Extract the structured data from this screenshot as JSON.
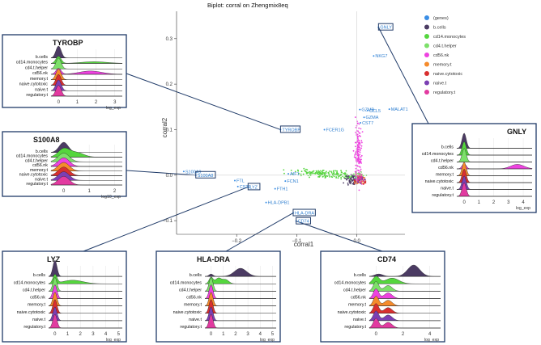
{
  "chart_data": {
    "type": "scatter",
    "title": "Biplot: corral on Zhengmix8eq",
    "xlabel": "corral1",
    "ylabel": "corral2",
    "xlim": [
      -0.3,
      0.08
    ],
    "ylim": [
      -0.13,
      0.36
    ],
    "xticks": [
      -0.2,
      -0.1,
      0.0
    ],
    "xtick_labels": [
      "−0.2",
      "−0.1",
      "0.0"
    ],
    "yticks": [
      -0.1,
      0.0,
      0.1,
      0.2,
      0.3
    ],
    "ytick_labels": [
      "−0.1",
      "0.0",
      "0.1",
      "0.2",
      "0.3"
    ],
    "legend_position": "top-right",
    "legend": [
      {
        "name": "(genes)",
        "color": "#3a8ee6"
      },
      {
        "name": "b.cells",
        "color": "#4b3b63"
      },
      {
        "name": "cd14.monocytes",
        "color": "#55d63e"
      },
      {
        "name": "cd4.t.helper",
        "color": "#7de06a"
      },
      {
        "name": "cd56.nk",
        "color": "#ee42e0"
      },
      {
        "name": "memory.t",
        "color": "#f58b2c"
      },
      {
        "name": "naive.cytotoxic",
        "color": "#d92f2f"
      },
      {
        "name": "naive.t",
        "color": "#7b3fb3"
      },
      {
        "name": "regulatory.t",
        "color": "#e23aa0"
      }
    ],
    "genes": [
      {
        "label": "GNLY",
        "x": 0.036,
        "y": 0.325,
        "boxed": true
      },
      {
        "label": "NKG7",
        "x": 0.028,
        "y": 0.262
      },
      {
        "label": "MALAT1",
        "x": 0.054,
        "y": 0.145
      },
      {
        "label": "GZMB",
        "x": 0.005,
        "y": 0.144
      },
      {
        "label": "CCL5",
        "x": 0.018,
        "y": 0.142
      },
      {
        "label": "GZMA",
        "x": 0.012,
        "y": 0.127
      },
      {
        "label": "CST7",
        "x": 0.006,
        "y": 0.115
      },
      {
        "label": "TYROBP",
        "x": -0.127,
        "y": 0.1,
        "boxed": true
      },
      {
        "label": "FCER1G",
        "x": -0.054,
        "y": 0.1
      },
      {
        "label": "S100A9",
        "x": -0.288,
        "y": 0.008
      },
      {
        "label": "S100A8",
        "x": -0.268,
        "y": 0.0,
        "boxed": true
      },
      {
        "label": "AIF1",
        "x": -0.114,
        "y": 0.003
      },
      {
        "label": "FCN1",
        "x": -0.119,
        "y": -0.013
      },
      {
        "label": "FTL",
        "x": -0.203,
        "y": -0.012
      },
      {
        "label": "CST3",
        "x": -0.198,
        "y": -0.025
      },
      {
        "label": "LYZ",
        "x": -0.181,
        "y": -0.026,
        "boxed": true
      },
      {
        "label": "FTH1",
        "x": -0.136,
        "y": -0.03
      },
      {
        "label": "HLA-DPB1",
        "x": -0.151,
        "y": -0.06
      },
      {
        "label": "HLA-DRA",
        "x": -0.106,
        "y": -0.083,
        "boxed": true
      },
      {
        "label": "CD74",
        "x": -0.101,
        "y": -0.101,
        "boxed": true
      }
    ],
    "cell_clusters": [
      {
        "name": "cd14.monocytes",
        "cx": -0.048,
        "cy": 0.002,
        "sx": 0.028,
        "sy": 0.004,
        "n": 180
      },
      {
        "name": "cd56.nk",
        "cx": 0.002,
        "cy": 0.045,
        "sx": 0.003,
        "sy": 0.032,
        "n": 150
      },
      {
        "name": "b.cells",
        "cx": -0.006,
        "cy": -0.01,
        "sx": 0.007,
        "sy": 0.006,
        "n": 70
      },
      {
        "name": "cd4.t.helper",
        "cx": 0.003,
        "cy": -0.005,
        "sx": 0.004,
        "sy": 0.006,
        "n": 40
      },
      {
        "name": "memory.t",
        "cx": 0.004,
        "cy": -0.008,
        "sx": 0.004,
        "sy": 0.006,
        "n": 40
      },
      {
        "name": "naive.cytotoxic",
        "cx": 0.006,
        "cy": -0.012,
        "sx": 0.004,
        "sy": 0.005,
        "n": 30
      },
      {
        "name": "naive.t",
        "cx": 0.005,
        "cy": -0.009,
        "sx": 0.004,
        "sy": 0.005,
        "n": 30
      },
      {
        "name": "regulatory.t",
        "cx": 0.005,
        "cy": -0.006,
        "sx": 0.004,
        "sy": 0.006,
        "n": 30
      }
    ],
    "ridge_categories": [
      "b.cells",
      "cd14.monocytes",
      "cd4.t.helper",
      "cd56.nk",
      "memory.t",
      "naive.cytotoxic",
      "naive.t",
      "regulatory.t"
    ],
    "ridge_colors": [
      "#4b3b63",
      "#55d63e",
      "#7de06a",
      "#ee42e0",
      "#f58b2c",
      "#d92f2f",
      "#7b3fb3",
      "#e23aa0"
    ],
    "panels": [
      {
        "gene": "TYROBP",
        "xlabel": "log_exp",
        "xticks": [
          0,
          1,
          2,
          3
        ],
        "xlim": [
          -0.4,
          3.4
        ],
        "ridges": [
          [
            [
              0.0,
              1.0,
              0.14
            ]
          ],
          [
            [
              0.0,
              0.6,
              0.14
            ],
            [
              1.9,
              0.14,
              0.7
            ]
          ],
          [
            [
              0.0,
              0.9,
              0.14
            ]
          ],
          [
            [
              0.0,
              0.5,
              0.14
            ],
            [
              1.7,
              0.28,
              0.6
            ]
          ],
          [
            [
              0.0,
              0.9,
              0.14
            ]
          ],
          [
            [
              0.0,
              0.9,
              0.14
            ]
          ],
          [
            [
              0.0,
              0.9,
              0.14
            ]
          ],
          [
            [
              0.0,
              0.9,
              0.14
            ]
          ]
        ]
      },
      {
        "gene": "S100A8",
        "xlabel": "log10_exp",
        "xticks": [
          0,
          1,
          2
        ],
        "xlim": [
          -0.5,
          2.3
        ],
        "ridges": [
          [
            [
              0.0,
              1.0,
              0.18
            ]
          ],
          [
            [
              0.0,
              0.8,
              0.22
            ],
            [
              0.5,
              0.45,
              0.28
            ]
          ],
          [
            [
              0.0,
              0.85,
              0.22
            ]
          ],
          [
            [
              0.0,
              0.85,
              0.22
            ]
          ],
          [
            [
              0.0,
              0.85,
              0.22
            ]
          ],
          [
            [
              0.0,
              0.85,
              0.22
            ]
          ],
          [
            [
              0.0,
              0.85,
              0.22
            ]
          ],
          [
            [
              0.0,
              0.85,
              0.22
            ]
          ]
        ]
      },
      {
        "gene": "LYZ",
        "xlabel": "log_exp",
        "xticks": [
          0,
          1,
          2,
          3,
          4,
          5
        ],
        "xlim": [
          -0.5,
          5.3
        ],
        "ridges": [
          [
            [
              0.0,
              1.0,
              0.16
            ]
          ],
          [
            [
              0.0,
              0.55,
              0.16
            ],
            [
              1.4,
              0.22,
              0.8
            ]
          ],
          [
            [
              0.0,
              0.85,
              0.16
            ]
          ],
          [
            [
              0.0,
              0.85,
              0.16
            ]
          ],
          [
            [
              0.0,
              0.85,
              0.16
            ]
          ],
          [
            [
              0.0,
              0.85,
              0.16
            ]
          ],
          [
            [
              0.0,
              0.85,
              0.16
            ]
          ],
          [
            [
              0.0,
              0.85,
              0.16
            ]
          ]
        ]
      },
      {
        "gene": "HLA-DRA",
        "xlabel": "log_exp",
        "xticks": [
          0,
          1,
          2,
          3,
          4,
          5
        ],
        "xlim": [
          -0.5,
          5.3
        ],
        "ridges": [
          [
            [
              0.0,
              0.15,
              0.16
            ],
            [
              2.4,
              0.5,
              0.5
            ]
          ],
          [
            [
              0.0,
              0.4,
              0.16
            ],
            [
              0.6,
              0.35,
              0.25
            ],
            [
              1.2,
              0.25,
              0.25
            ]
          ],
          [
            [
              0.0,
              0.85,
              0.16
            ]
          ],
          [
            [
              0.0,
              0.85,
              0.16
            ]
          ],
          [
            [
              0.0,
              0.85,
              0.16
            ]
          ],
          [
            [
              0.0,
              0.85,
              0.16
            ]
          ],
          [
            [
              0.0,
              0.85,
              0.16
            ]
          ],
          [
            [
              0.0,
              0.85,
              0.16
            ]
          ]
        ]
      },
      {
        "gene": "CD74",
        "xlabel": "log_exp",
        "xticks": [
          0,
          2,
          4
        ],
        "xlim": [
          -0.5,
          4.8
        ],
        "ridges": [
          [
            [
              0.2,
              0.15,
              0.3
            ],
            [
              2.8,
              0.7,
              0.45
            ]
          ],
          [
            [
              0.0,
              0.45,
              0.25
            ],
            [
              1.2,
              0.35,
              0.5
            ]
          ],
          [
            [
              0.0,
              0.6,
              0.2
            ],
            [
              0.9,
              0.35,
              0.3
            ]
          ],
          [
            [
              0.0,
              0.6,
              0.2
            ],
            [
              0.9,
              0.35,
              0.3
            ]
          ],
          [
            [
              0.0,
              0.6,
              0.2
            ],
            [
              0.9,
              0.35,
              0.3
            ]
          ],
          [
            [
              0.0,
              0.6,
              0.2
            ],
            [
              0.9,
              0.35,
              0.3
            ]
          ],
          [
            [
              0.0,
              0.6,
              0.2
            ],
            [
              0.9,
              0.35,
              0.3
            ]
          ],
          [
            [
              0.0,
              0.6,
              0.2
            ],
            [
              0.9,
              0.35,
              0.3
            ]
          ]
        ]
      },
      {
        "gene": "GNLY",
        "xlabel": "log_exp",
        "xticks": [
          0,
          1,
          2,
          3,
          4
        ],
        "xlim": [
          -0.5,
          4.6
        ],
        "ridges": [
          [
            [
              0.0,
              1.0,
              0.14
            ]
          ],
          [
            [
              0.0,
              0.9,
              0.14
            ]
          ],
          [
            [
              0.0,
              0.9,
              0.14
            ]
          ],
          [
            [
              0.0,
              0.35,
              0.14
            ],
            [
              3.6,
              0.3,
              0.45
            ]
          ],
          [
            [
              0.0,
              0.9,
              0.14
            ]
          ],
          [
            [
              0.0,
              0.9,
              0.14
            ]
          ],
          [
            [
              0.0,
              0.9,
              0.14
            ]
          ],
          [
            [
              0.0,
              0.9,
              0.14
            ]
          ]
        ]
      }
    ]
  }
}
